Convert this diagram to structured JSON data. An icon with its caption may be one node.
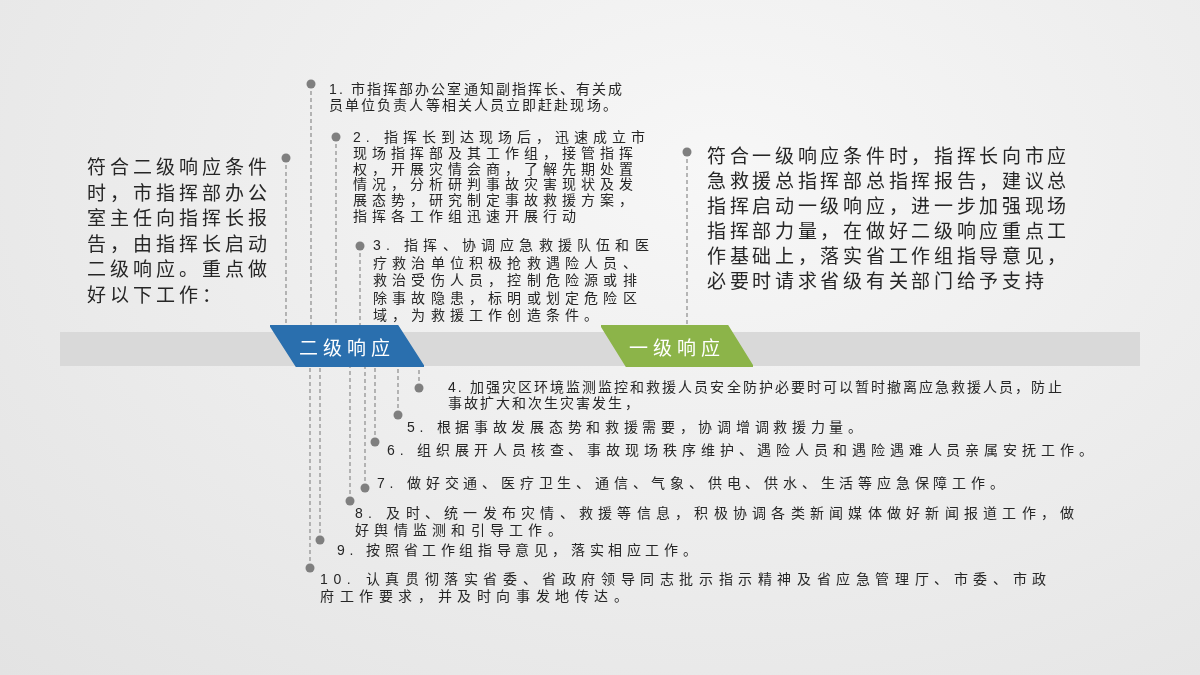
{
  "diagram": {
    "nodes": [
      {
        "text": [
          "符合二级响应条件时，市指挥部办公室主任向指挥长报告，由指挥长启动二级响应。重点做好以下工作："
        ]
      },
      {
        "text": [
          "1. 市指挥部办公室通知副指挥长、有关成员单位负责人等相关人员立即赶赴现场。"
        ]
      },
      {
        "text": [
          "2. 指挥长到达现场后，迅速成立市现场指挥部及其工作组，接管指挥权，开展灾情会商，了解先期处置情况，分析研判事故灾害现状及发展态势，研究制定事故救援方案，指挥各工作组迅速开展行动"
        ]
      },
      {
        "text": [
          "3. 指挥、协调应急救援队伍和医疗救治单位积极抢救遇险人员、救治受伤人员，控制危险源或排除事故隐患，标明或划定危险区域，为救援工作创造条件。"
        ]
      },
      {
        "text": [
          "符合一级响应条件时，指挥长向市应急救援总指挥部总指挥报告，建议总指挥启动一级响应，进一步加强现场指挥部力量，在做好二级响应重点工作基础上，落实省工作组指导意见，必要时请求省级有关部门给予支持"
        ]
      },
      {
        "text": [
          "二级响应"
        ]
      },
      {
        "text": [
          "一级响应"
        ]
      },
      {
        "text": [
          "4. 加强灾区环境监测监控和救援人员安全防护必要时可以暂时撤离应急救援人员，防止事故扩大和次生灾害发生，"
        ]
      },
      {
        "text": [
          "5. 根据事故发展态势和救援需要，协调增调救援力量。"
        ]
      },
      {
        "text": [
          "6. 组织展开人员核查、事故现场秩序维护、遇险人员和遇险遇难人员亲属安抚工作。"
        ]
      },
      {
        "text": [
          "7. 做好交通、医疗卫生、通信、气象、供电、供水、生活等应急保障工作。"
        ]
      },
      {
        "text": [
          "8. 及时、统一发布灾情、救援等信息，积极协调各类新闻媒体做好新闻报道工作，做好舆情监测和引导工作。"
        ]
      },
      {
        "text": [
          "9. 按照省工作组指导意见，落实相应工作。"
        ]
      },
      {
        "text": [
          "10. 认真贯彻落实省委、省政府领导同志批示指示精神及省应急管理厅、市委、市政府工作要求，并及时向事发地传达。"
        ]
      }
    ],
    "edges": [
      {
        "from": 0,
        "to": 5,
        "arrow": "other",
        "style": "dashed"
      },
      {
        "from": 1,
        "to": 5,
        "arrow": "other",
        "style": "dashed"
      },
      {
        "from": 2,
        "to": 5,
        "arrow": "other",
        "style": "dashed"
      },
      {
        "from": 3,
        "to": 5,
        "arrow": "other",
        "style": "dashed"
      },
      {
        "from": 4,
        "to": 6,
        "arrow": "other",
        "style": "dashed"
      },
      {
        "from": 7,
        "to": 5,
        "arrow": "other",
        "style": "dashed"
      },
      {
        "from": 8,
        "to": 5,
        "arrow": "other",
        "style": "dashed"
      },
      {
        "from": 9,
        "to": 5,
        "arrow": "other",
        "style": "dashed"
      },
      {
        "from": 10,
        "to": 5,
        "arrow": "other",
        "style": "dashed"
      },
      {
        "from": 11,
        "to": 5,
        "arrow": "other",
        "style": "dashed"
      },
      {
        "from": 12,
        "to": 5,
        "arrow": "other",
        "style": "dashed"
      },
      {
        "from": 13,
        "to": 5,
        "arrow": "other",
        "style": "dashed"
      }
    ]
  }
}
